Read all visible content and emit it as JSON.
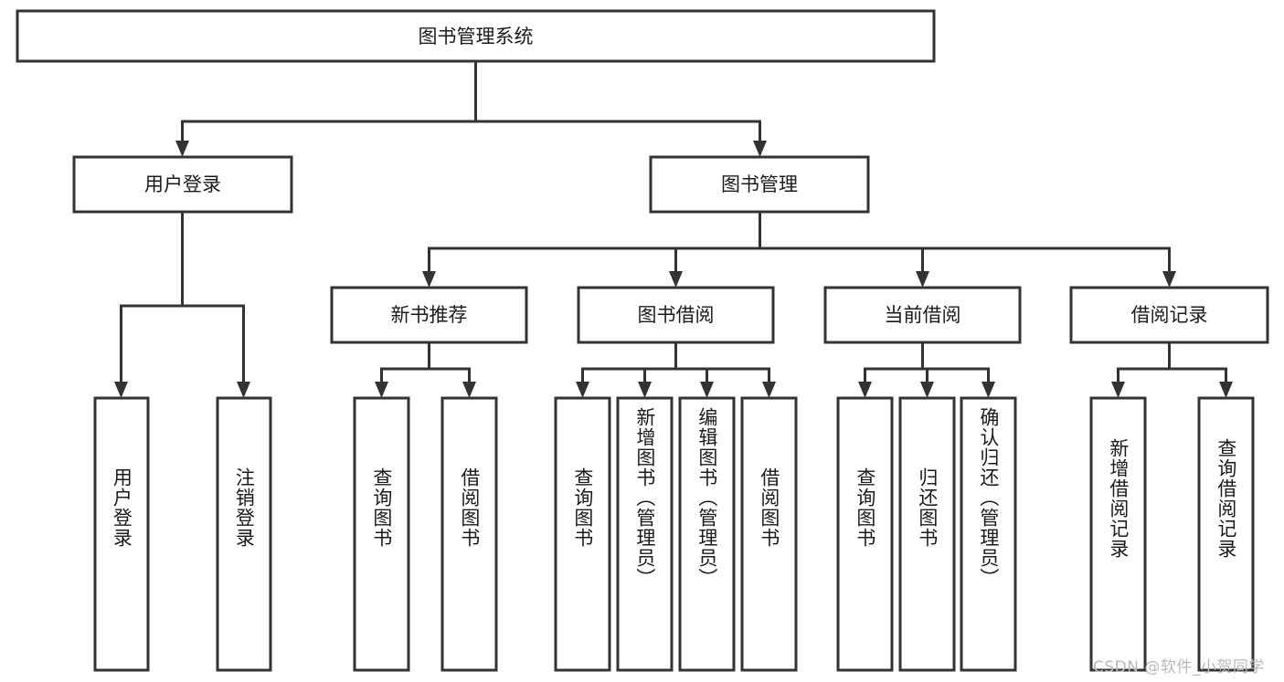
{
  "diagram": {
    "title": "图书管理系统",
    "type": "tree",
    "root": {
      "id": "root",
      "label": "图书管理系统",
      "orientation": "horizontal"
    },
    "level2": [
      {
        "id": "user-login",
        "label": "用户登录",
        "orientation": "horizontal"
      },
      {
        "id": "book-manage",
        "label": "图书管理",
        "orientation": "horizontal"
      }
    ],
    "level3": [
      {
        "id": "new-book-recommend",
        "label": "新书推荐",
        "parent": "book-manage",
        "orientation": "horizontal"
      },
      {
        "id": "book-borrow",
        "label": "图书借阅",
        "parent": "book-manage",
        "orientation": "horizontal"
      },
      {
        "id": "current-borrow",
        "label": "当前借阅",
        "parent": "book-manage",
        "orientation": "horizontal"
      },
      {
        "id": "borrow-record",
        "label": "借阅记录",
        "parent": "book-manage",
        "orientation": "horizontal"
      }
    ],
    "leaves": [
      {
        "id": "leaf-user-login",
        "label": "用户登录",
        "parent": "user-login",
        "orientation": "vertical"
      },
      {
        "id": "leaf-logout",
        "label": "注销登录",
        "parent": "user-login",
        "orientation": "vertical"
      },
      {
        "id": "leaf-query-book-1",
        "label": "查询图书",
        "parent": "new-book-recommend",
        "orientation": "vertical"
      },
      {
        "id": "leaf-borrow-book-1",
        "label": "借阅图书",
        "parent": "new-book-recommend",
        "orientation": "vertical"
      },
      {
        "id": "leaf-query-book-2",
        "label": "查询图书",
        "parent": "book-borrow",
        "orientation": "vertical"
      },
      {
        "id": "leaf-add-book",
        "label": "新增图书（管理员）",
        "parent": "book-borrow",
        "orientation": "vertical"
      },
      {
        "id": "leaf-edit-book",
        "label": "编辑图书（管理员）",
        "parent": "book-borrow",
        "orientation": "vertical"
      },
      {
        "id": "leaf-borrow-book-2",
        "label": "借阅图书",
        "parent": "book-borrow",
        "orientation": "vertical"
      },
      {
        "id": "leaf-query-book-3",
        "label": "查询图书",
        "parent": "current-borrow",
        "orientation": "vertical"
      },
      {
        "id": "leaf-return-book",
        "label": "归还图书",
        "parent": "current-borrow",
        "orientation": "vertical"
      },
      {
        "id": "leaf-confirm-return",
        "label": "确认归还（管理员）",
        "parent": "current-borrow",
        "orientation": "vertical"
      },
      {
        "id": "leaf-add-record",
        "label": "新增借阅记录",
        "parent": "borrow-record",
        "orientation": "vertical"
      },
      {
        "id": "leaf-query-record",
        "label": "查询借阅记录",
        "parent": "borrow-record",
        "orientation": "vertical"
      }
    ],
    "colors": {
      "background": "#ffffff",
      "box_fill": "#ffffff",
      "line": "#333333",
      "text": "#1b1b1b",
      "watermark": "#b9b9b9"
    }
  },
  "watermark": {
    "text": "CSDN @软件_小贺同学"
  }
}
